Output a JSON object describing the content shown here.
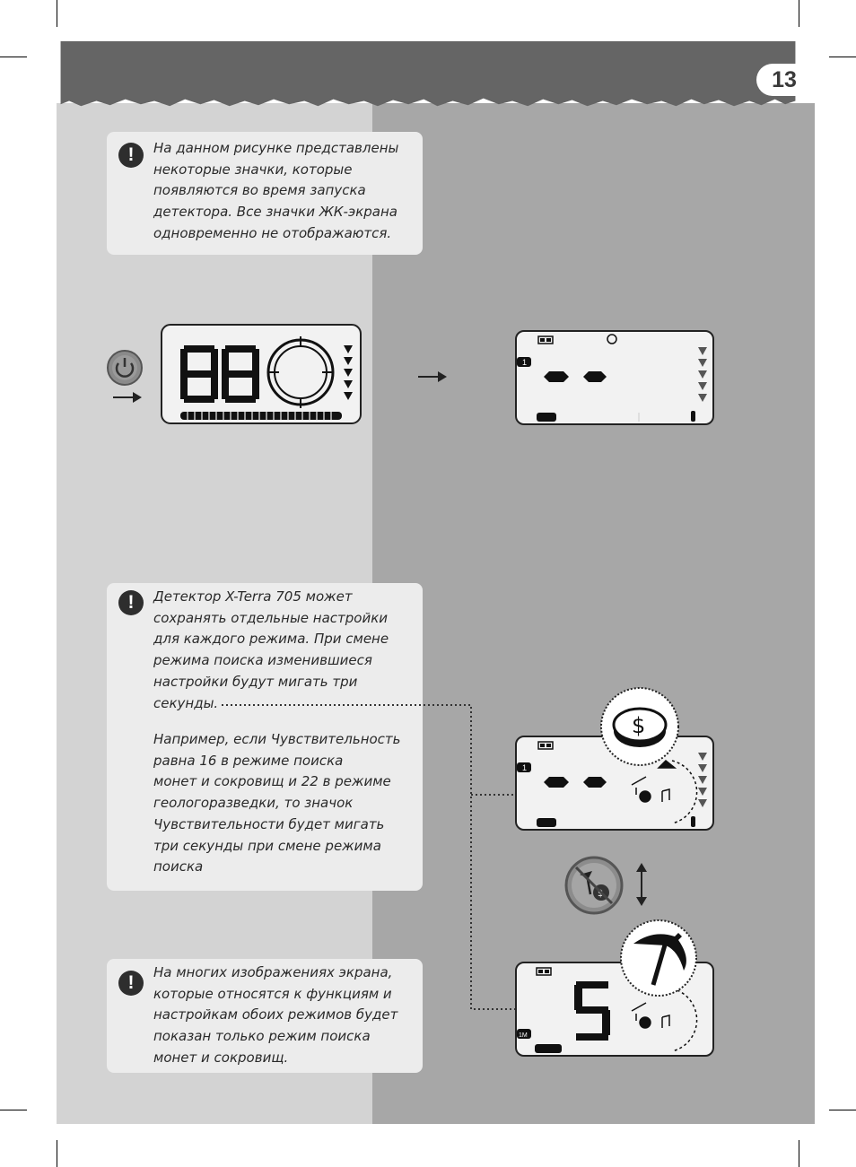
{
  "page": {
    "number": "13"
  },
  "notes": [
    {
      "text": "На данном рисунке представлены\nнекоторые значки, которые\nпоявляются во время запуска\nдетектора. Все значки ЖК-экрана\nодновременно не отображаются."
    },
    {
      "text": "Детектор X-Terra 705 может\nсохранять отдельные настройки\nдля каждого режима. При смене\nрежима поиска изменившиеся\nнастройки будут мигать три\nсекунды.",
      "text2": "Например, если Чувствительность\nравна 16 в режиме поиска\nмонет и сокровищ и 22 в режиме\nгеологоразведки, то значок\nЧувствительности будет мигать\nтри секунды при смене режима\nпоиска"
    },
    {
      "text": "На многих изображениях экрана,\nкоторые относятся к функциям и\nнастройкам обоих режимов будет\nпоказан только режим поиска\nмонет и сокровищ."
    }
  ],
  "icons": {
    "exclamation": "!"
  },
  "lcd": {
    "startup_digits": "88",
    "mode_number": "1",
    "mode_number_small": "1M",
    "prospect_digit": "5",
    "coin_symbol": "$"
  }
}
